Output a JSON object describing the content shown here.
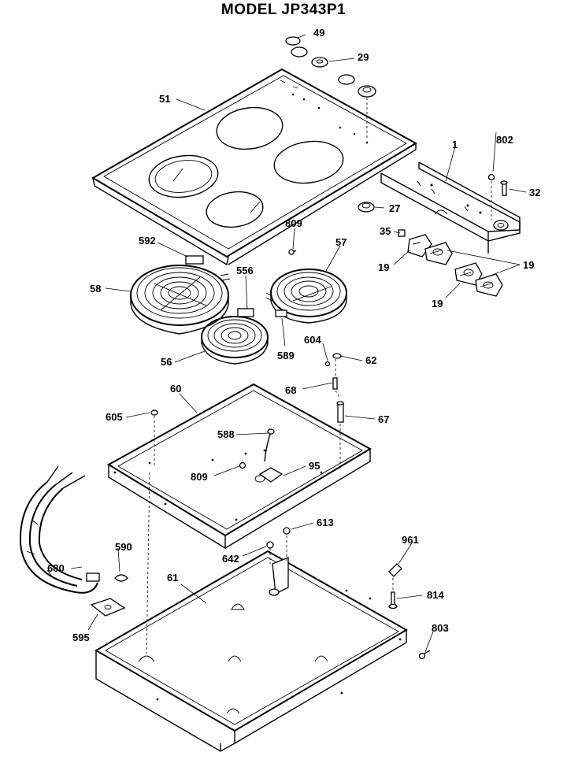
{
  "title": "MODEL JP343P1",
  "labels": [
    {
      "id": "p49",
      "text": "49"
    },
    {
      "id": "p29",
      "text": "29"
    },
    {
      "id": "p51",
      "text": "51"
    },
    {
      "id": "p1",
      "text": "1"
    },
    {
      "id": "p802",
      "text": "802"
    },
    {
      "id": "p32",
      "text": "32"
    },
    {
      "id": "p27",
      "text": "27"
    },
    {
      "id": "p809a",
      "text": "809"
    },
    {
      "id": "p35",
      "text": "35"
    },
    {
      "id": "p592",
      "text": "592"
    },
    {
      "id": "p57",
      "text": "57"
    },
    {
      "id": "p19a",
      "text": "19"
    },
    {
      "id": "p19b",
      "text": "19"
    },
    {
      "id": "p19c",
      "text": "19"
    },
    {
      "id": "p58",
      "text": "58"
    },
    {
      "id": "p556",
      "text": "556"
    },
    {
      "id": "p56",
      "text": "56"
    },
    {
      "id": "p589",
      "text": "589"
    },
    {
      "id": "p604",
      "text": "604"
    },
    {
      "id": "p62",
      "text": "62"
    },
    {
      "id": "p60",
      "text": "60"
    },
    {
      "id": "p68",
      "text": "68"
    },
    {
      "id": "p605",
      "text": "605"
    },
    {
      "id": "p67",
      "text": "67"
    },
    {
      "id": "p588",
      "text": "588"
    },
    {
      "id": "p809b",
      "text": "809"
    },
    {
      "id": "p95",
      "text": "95"
    },
    {
      "id": "p613",
      "text": "613"
    },
    {
      "id": "p680",
      "text": "680"
    },
    {
      "id": "p590",
      "text": "590"
    },
    {
      "id": "p642",
      "text": "642"
    },
    {
      "id": "p961",
      "text": "961"
    },
    {
      "id": "p61",
      "text": "61"
    },
    {
      "id": "p814",
      "text": "814"
    },
    {
      "id": "p595",
      "text": "595"
    },
    {
      "id": "p803",
      "text": "803"
    }
  ]
}
